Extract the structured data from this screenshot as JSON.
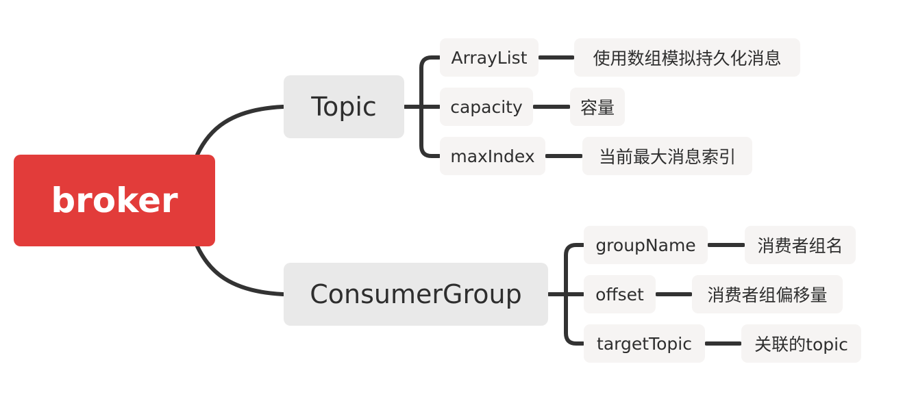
{
  "root": {
    "label": "broker"
  },
  "branches": [
    {
      "label": "Topic",
      "children": [
        {
          "key": "ArrayList",
          "desc": "使用数组模拟持久化消息"
        },
        {
          "key": "capacity",
          "desc": "容量"
        },
        {
          "key": "maxIndex",
          "desc": "当前最大消息索引"
        }
      ]
    },
    {
      "label": "ConsumerGroup",
      "children": [
        {
          "key": "groupName",
          "desc": "消费者组名"
        },
        {
          "key": "offset",
          "desc": "消费者组偏移量"
        },
        {
          "key": "targetTopic",
          "desc": "关联的topic"
        }
      ]
    }
  ],
  "colors": {
    "root_fill": "#e23c3a",
    "branch_fill": "#e9e9e9",
    "leaf_fill": "#f6f4f3",
    "connector": "#333333"
  }
}
